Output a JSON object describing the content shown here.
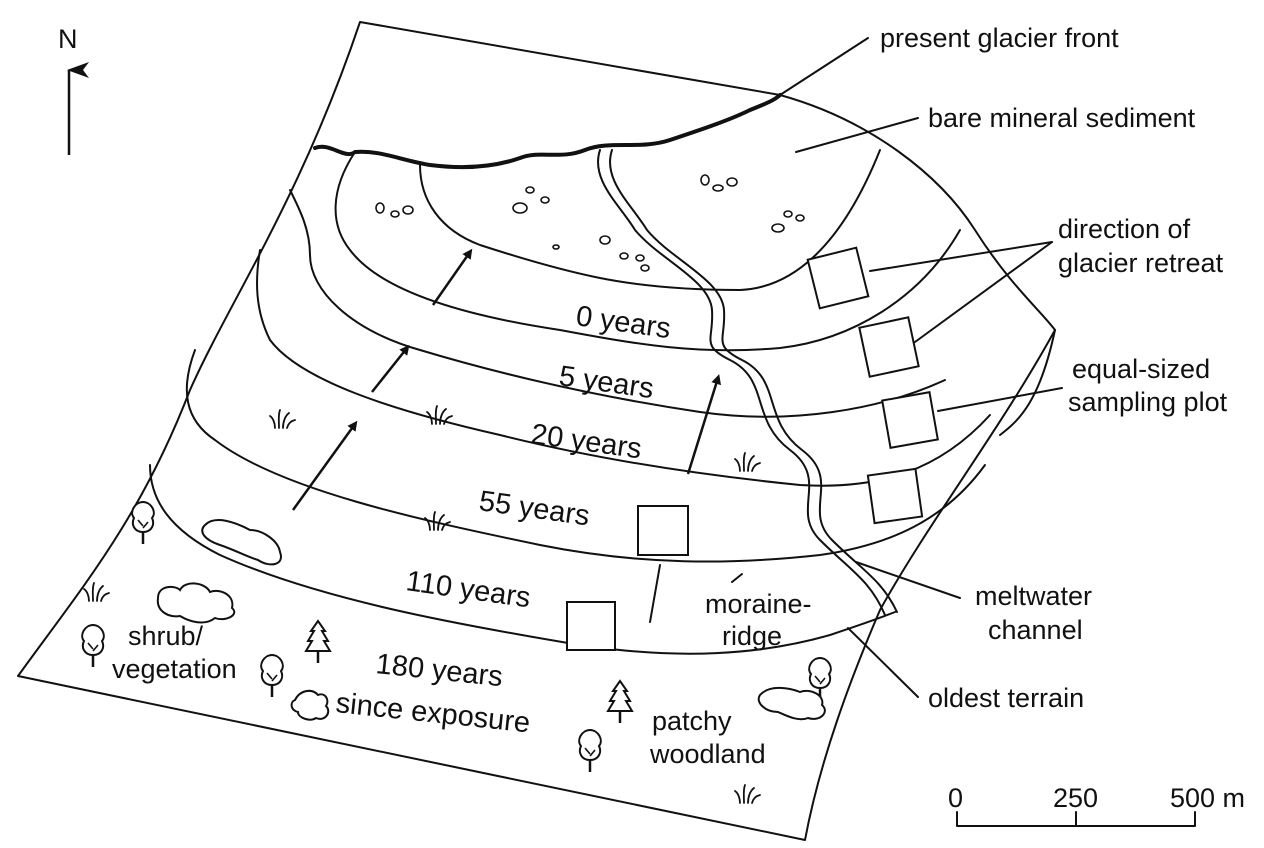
{
  "north": "N",
  "labels": {
    "glacier_front": "present glacier front",
    "bare_sediment": "bare mineral sediment",
    "retreat_1": "direction of",
    "retreat_2": "glacier retreat",
    "plot_1": "equal-sized",
    "plot_2": "sampling plot",
    "meltwater_1": "meltwater",
    "meltwater_2": "channel",
    "oldest": "oldest terrain",
    "moraine_1": "moraine-",
    "moraine_2": "ridge",
    "shrub_1": "shrub/",
    "shrub_2": "vegetation",
    "woodland_1": "patchy",
    "woodland_2": "woodland"
  },
  "zones": {
    "z0": "0 years",
    "z5": "5 years",
    "z20": "20 years",
    "z55": "55 years",
    "z110": "110 years",
    "z180a": "180 years",
    "z180b": "since exposure"
  },
  "scale": {
    "t0": "0",
    "t250": "250",
    "t500": "500 m"
  }
}
